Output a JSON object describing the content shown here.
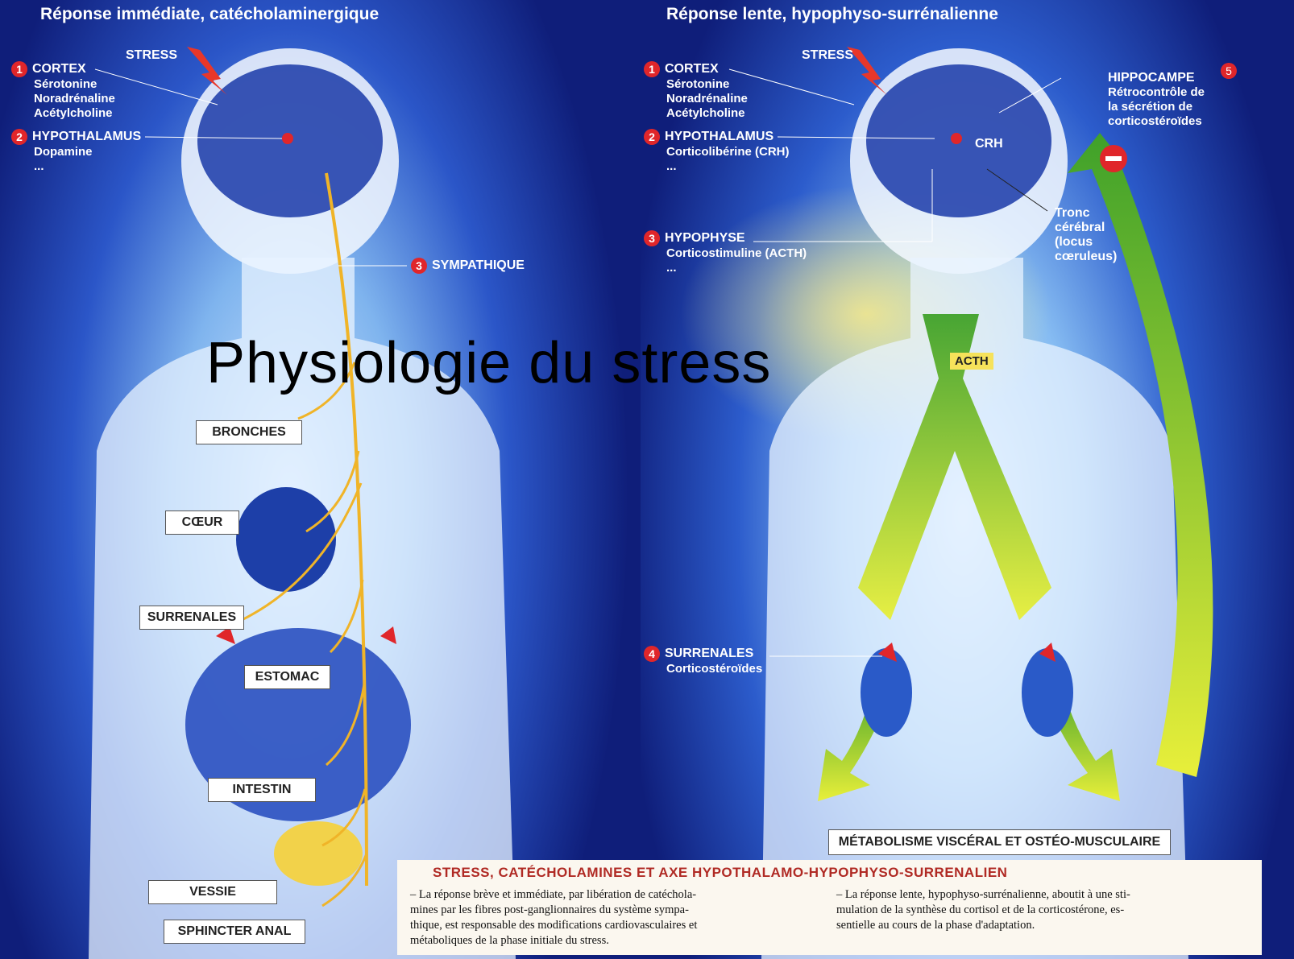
{
  "left": {
    "title": "Réponse immédiate, catécholaminergique",
    "stress": "STRESS",
    "cortex": {
      "num": "1",
      "name": "CORTEX",
      "lines": [
        "Sérotonine",
        "Noradrénaline",
        "Acétylcholine"
      ]
    },
    "hypothalamus": {
      "num": "2",
      "name": "HYPOTHALAMUS",
      "lines": [
        "Dopamine",
        "..."
      ]
    },
    "sympathique": {
      "num": "3",
      "name": "SYMPATHIQUE"
    },
    "organs": [
      "BRONCHES",
      "CŒUR",
      "SURRENALES",
      "ESTOMAC",
      "INTESTIN",
      "VESSIE",
      "SPHINCTER ANAL"
    ]
  },
  "right": {
    "title": "Réponse lente, hypophyso-surrénalienne",
    "stress": "STRESS",
    "cortex": {
      "num": "1",
      "name": "CORTEX",
      "lines": [
        "Sérotonine",
        "Noradrénaline",
        "Acétylcholine"
      ]
    },
    "hypothalamus": {
      "num": "2",
      "name": "HYPOTHALAMUS",
      "lines": [
        "Corticolibérine (CRH)",
        "..."
      ]
    },
    "hypophyse": {
      "num": "3",
      "name": "HYPOPHYSE",
      "lines": [
        "Corticostimuline (ACTH)",
        "..."
      ]
    },
    "surrenales": {
      "num": "4",
      "name": "SURRENALES",
      "lines": [
        "Corticostéroïdes"
      ]
    },
    "hippocampe": {
      "num": "5",
      "name": "HIPPOCAMPE",
      "lines": [
        "Rétrocontrôle de",
        "la sécrétion de",
        "corticostéroïdes"
      ]
    },
    "crh": "CRH",
    "tronc": [
      "Tronc",
      "cérébral",
      "(locus",
      "cœruleus)"
    ],
    "acth": "ACTH",
    "metabolisme": "MÉTABOLISME VISCÉRAL ET OSTÉO-MUSCULAIRE"
  },
  "overlay_title": "Physiologie du stress",
  "caption": {
    "heading": "STRESS, CATÉCHOLAMINES ET AXE HYPOTHALAMO-HYPOPHYSO-SURRENALIEN",
    "left_lines": [
      "– La réponse brève et immédiate, par libération de catéchola-",
      "mines par les fibres post-ganglionnaires du système sympa-",
      "thique, est responsable des modifications cardiovasculaires et",
      "métaboliques de la phase initiale du stress."
    ],
    "right_lines": [
      "– La réponse lente, hypophyso-surrénalienne, aboutit à une sti-",
      "mulation de la synthèse du cortisol et de la corticostérone, es-",
      "sentielle au cours de la phase d'adaptation."
    ]
  },
  "colors": {
    "nerve": "#f0b428",
    "badge": "#e0262a",
    "arrow_green": "#3fa12a",
    "arrow_yellow": "#e8ef3a",
    "caption_red": "#b02a24"
  }
}
